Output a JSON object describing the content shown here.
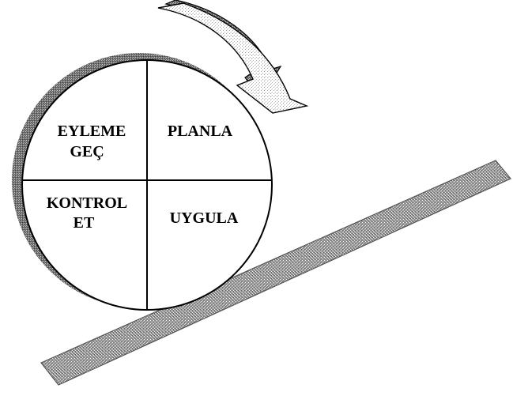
{
  "diagram": {
    "quadrants": {
      "top_left": {
        "line1": "EYLEME",
        "line2": "GEÇ"
      },
      "top_right": {
        "line1": "PLANLA"
      },
      "bottom_left": {
        "line1": "KONTROL",
        "line2": "ET"
      },
      "bottom_right": {
        "line1": "UYGULA"
      }
    }
  }
}
